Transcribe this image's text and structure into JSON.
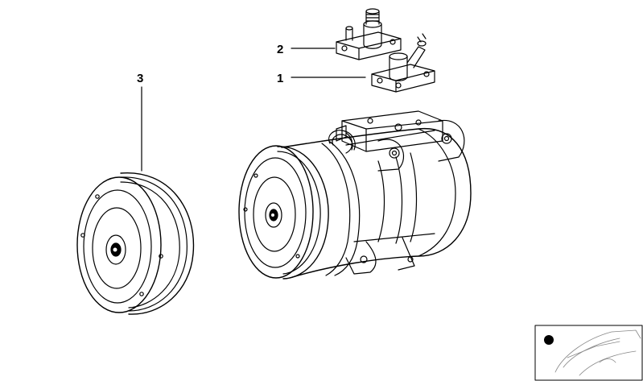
{
  "callouts": [
    {
      "label": "1"
    },
    {
      "label": "2"
    },
    {
      "label": "3"
    }
  ],
  "thumbnail": {
    "icon": "car-silhouette-icon",
    "marker": "location-dot-icon"
  },
  "colors": {
    "line": "#000000",
    "background": "#ffffff"
  }
}
